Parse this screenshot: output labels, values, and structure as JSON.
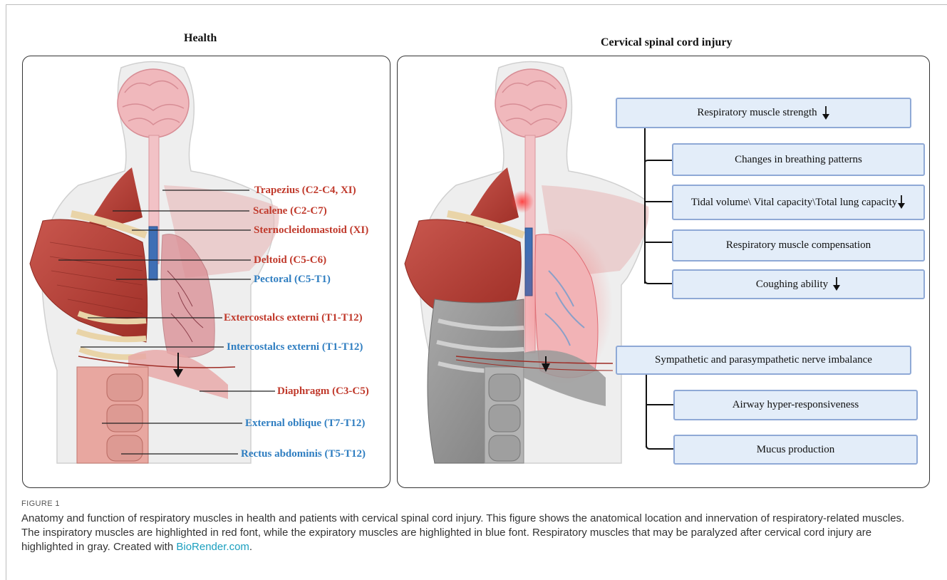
{
  "panels": {
    "health": {
      "title": "Health"
    },
    "sci": {
      "title": "Cervical spinal cord injury"
    }
  },
  "colors": {
    "inspiratory": "#c0392b",
    "expiratory": "#2f7ec1",
    "box_fill": "#e3edf9",
    "box_border": "#8fa9d6",
    "link": "#1a9fbf"
  },
  "muscle_labels": [
    {
      "text": "Trapezius (C2-C4, XI)",
      "type": "inspiratory"
    },
    {
      "text": "Scalene (C2-C7)",
      "type": "inspiratory"
    },
    {
      "text": "Sternocleidomastoid (XI)",
      "type": "inspiratory"
    },
    {
      "text": "Deltoid (C5-C6)",
      "type": "inspiratory"
    },
    {
      "text": "Pectoral (C5-T1)",
      "type": "expiratory"
    },
    {
      "text": "Extercostalcs externi (T1-T12)",
      "type": "inspiratory"
    },
    {
      "text": "Intercostalcs externi (T1-T12)",
      "type": "expiratory"
    },
    {
      "text": "Diaphragm (C3-C5)",
      "type": "inspiratory"
    },
    {
      "text": "External oblique (T7-T12)",
      "type": "expiratory"
    },
    {
      "text": "Rectus abdominis (T5-T12)",
      "type": "expiratory"
    }
  ],
  "effects": {
    "group1": {
      "root": "Respiratory muscle strength",
      "items": [
        "Changes in breathing patterns",
        "Tidal volume\\ Vital capacity\\Total lung capacity",
        "Respiratory muscle compensation",
        "Coughing ability"
      ]
    },
    "group2": {
      "root": "Sympathetic and parasympathetic nerve imbalance",
      "items": [
        "Airway hyper-responsiveness",
        "Mucus production"
      ]
    }
  },
  "caption": {
    "label": "FIGURE 1",
    "text": "Anatomy and function of respiratory muscles in health and patients with cervical spinal cord injury. This figure shows the anatomical location and innervation of respiratory-related muscles. The inspiratory muscles are highlighted in red font, while the expiratory muscles are highlighted in blue font. Respiratory muscles that may be paralyzed after cervical cord injury are highlighted in gray. Created with ",
    "link": "BioRender.com",
    "end": "."
  }
}
